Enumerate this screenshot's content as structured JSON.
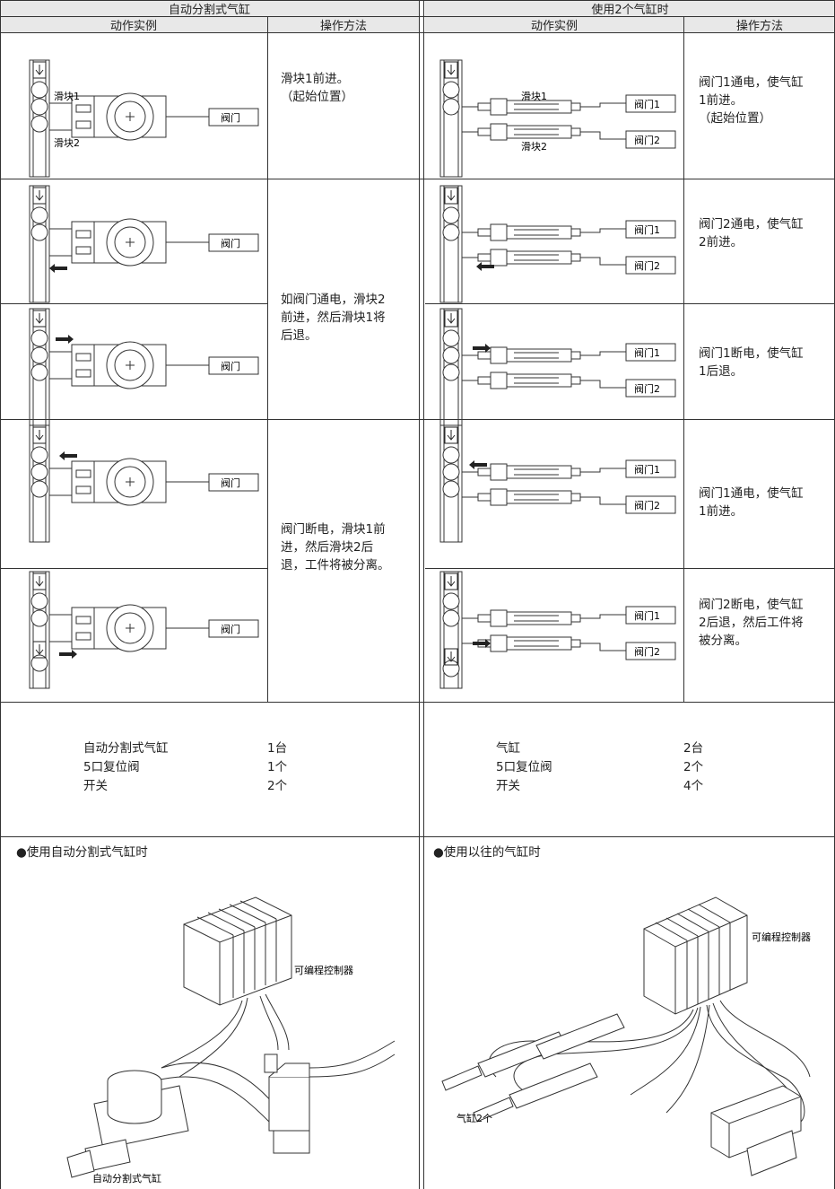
{
  "left": {
    "title": "自动分割式气缸",
    "col_action": "动作实例",
    "col_method": "操作方法",
    "slider1": "滑块1",
    "slider2": "滑块2",
    "valve": "阀门",
    "methods": [
      "滑块1前进。\n（起始位置）",
      "如阀门通电，滑块2\n前进，然后滑块1将\n后退。",
      "阀门断电，滑块1前\n进，然后滑块2后\n退，工件将被分离。"
    ],
    "parts": [
      {
        "name": "自动分割式气缸",
        "qty": "1台"
      },
      {
        "name": "5口复位阀",
        "qty": "1个"
      },
      {
        "name": "开关",
        "qty": "2个"
      }
    ],
    "system_title": "●使用自动分割式气缸时",
    "plc_label": "可编程控制器",
    "cylinder_label": "自动分割式气缸"
  },
  "right": {
    "title": "使用2个气缸时",
    "col_action": "动作实例",
    "col_method": "操作方法",
    "slider1": "滑块1",
    "slider2": "滑块2",
    "valve1": "阀门1",
    "valve2": "阀门2",
    "methods": [
      "阀门1通电，使气缸\n1前进。\n（起始位置）",
      "阀门2通电，使气缸\n2前进。",
      "阀门1断电，使气缸\n1后退。",
      "阀门1通电，使气缸\n1前进。",
      "阀门2断电，使气缸\n2后退，然后工件将\n被分离。"
    ],
    "parts": [
      {
        "name": "气缸",
        "qty": "2台"
      },
      {
        "name": "5口复位阀",
        "qty": "2个"
      },
      {
        "name": "开关",
        "qty": "4个"
      }
    ],
    "system_title": "●使用以往的气缸时",
    "plc_label": "可编程控制器",
    "cylinder_label": "气缸2个"
  }
}
